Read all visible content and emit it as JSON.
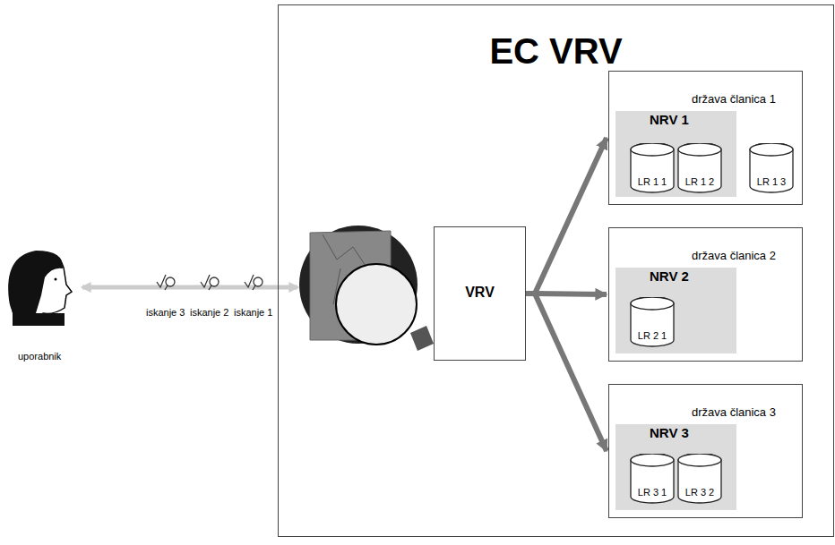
{
  "diagram": {
    "nodes": [
      {
        "text": [
          "EC VRV"
        ]
      },
      {
        "text": [
          "VRV"
        ],
        "in": 0
      },
      {
        "text": [
          "država članica 1"
        ],
        "in": 0
      },
      {
        "text": [
          "NRV 1"
        ],
        "in": 2
      },
      {
        "text": [
          "LR 1 1"
        ],
        "in": 3
      },
      {
        "text": [
          "LR 1 2"
        ],
        "in": 3
      },
      {
        "text": [
          "LR 1 3"
        ],
        "in": 2
      },
      {
        "text": [
          "država članica 2"
        ],
        "in": 0
      },
      {
        "text": [
          "NRV 2"
        ],
        "in": 7
      },
      {
        "text": [
          "LR 2 1"
        ],
        "in": 8
      },
      {
        "text": [
          "država članica 3"
        ],
        "in": 0
      },
      {
        "text": [
          "NRV 3"
        ],
        "in": 10
      },
      {
        "text": [
          "LR 3 1"
        ],
        "in": 11
      },
      {
        "text": [
          "LR 3 2"
        ],
        "in": 11
      }
    ],
    "edges": [
      {
        "from": 1,
        "to": 2,
        "arrow": "to"
      },
      {
        "from": 1,
        "to": 7,
        "arrow": "to"
      },
      {
        "from": 1,
        "to": 10,
        "arrow": "to"
      }
    ],
    "labels": [
      "uporabnik",
      "iskanje 3",
      "iskanje 2",
      "iskanje 1"
    ]
  }
}
